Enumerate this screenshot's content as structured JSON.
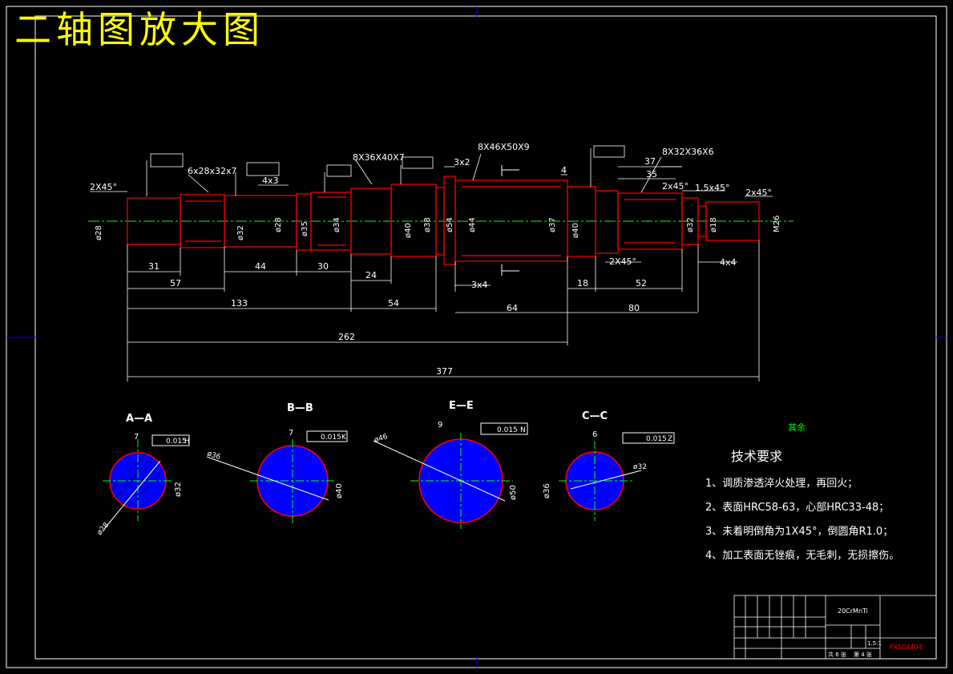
{
  "title": "二轴图放大图",
  "shaft_callouts": {
    "spline_left": "6x28x32x7",
    "spline_mid": "8X36X40X7",
    "spline_big": "8X46X50X9",
    "spline_right": "8X32X36X6",
    "groove_4x3": "4x3",
    "groove_3x2": "3x2",
    "chamfer_left": "2X45°",
    "chamfer_right_a": "2x45°",
    "chamfer_right_b": "1.5x45°",
    "chamfer_right_c": "2x45°",
    "chamfer_bottom": "2X45°",
    "under_4x4": "4x4",
    "under_3x4": "3x4",
    "step_4": "4",
    "len_37": "37",
    "len_35": "35"
  },
  "diameters": [
    "ø28",
    "ø32",
    "ø28",
    "ø35",
    "ø34",
    "ø40",
    "ø38",
    "ø54",
    "ø44",
    "ø37",
    "ø40",
    "ø32",
    "ø18",
    "M26"
  ],
  "dimensions": {
    "d31": "31",
    "d44": "44",
    "d30": "30",
    "d24": "24",
    "d18": "18",
    "d52": "52",
    "d57": "57",
    "d133": "133",
    "d54": "54",
    "d64": "64",
    "d80": "80",
    "d262": "262",
    "d377": "377"
  },
  "sections": [
    {
      "label": "A—A",
      "tol": "0.015",
      "datum": "H",
      "width": "7",
      "outer": "ø32",
      "inner": "ø28"
    },
    {
      "label": "B—B",
      "tol": "0.015",
      "datum": "K",
      "width": "7",
      "outer": "ø40",
      "inner": "ø36"
    },
    {
      "label": "E—E",
      "tol": "0.015",
      "datum": "N",
      "width": "9",
      "outer": "ø50",
      "inner": "ø46"
    },
    {
      "label": "C—C",
      "tol": "0.015",
      "datum": "Z",
      "width": "6",
      "outer": "ø36",
      "inner": "ø32"
    }
  ],
  "roughness_note": "其余",
  "tech_requirements": {
    "heading": "技术要求",
    "items": [
      "1、调质渗透淬火处理，再回火；",
      "2、表面HRC58-63，心部HRC33-48；",
      "3、未着明倒角为1X45°，倒圆角R1.0；",
      "4、加工表面无锉痕，无毛刺，无损擦伤。"
    ]
  },
  "title_block": {
    "material": "20CrMnTi",
    "scale": "1.5:1",
    "drawing_no": "FX504404",
    "sheet": "共 6 张",
    "page": "第 4 张"
  },
  "colors": {
    "background": "#000000",
    "outline": "#ff0000",
    "dimension": "#ffffff",
    "centerline": "#00ff00",
    "border": "#0000ff",
    "hatch": "#0000ff",
    "title": "#ffff00"
  }
}
